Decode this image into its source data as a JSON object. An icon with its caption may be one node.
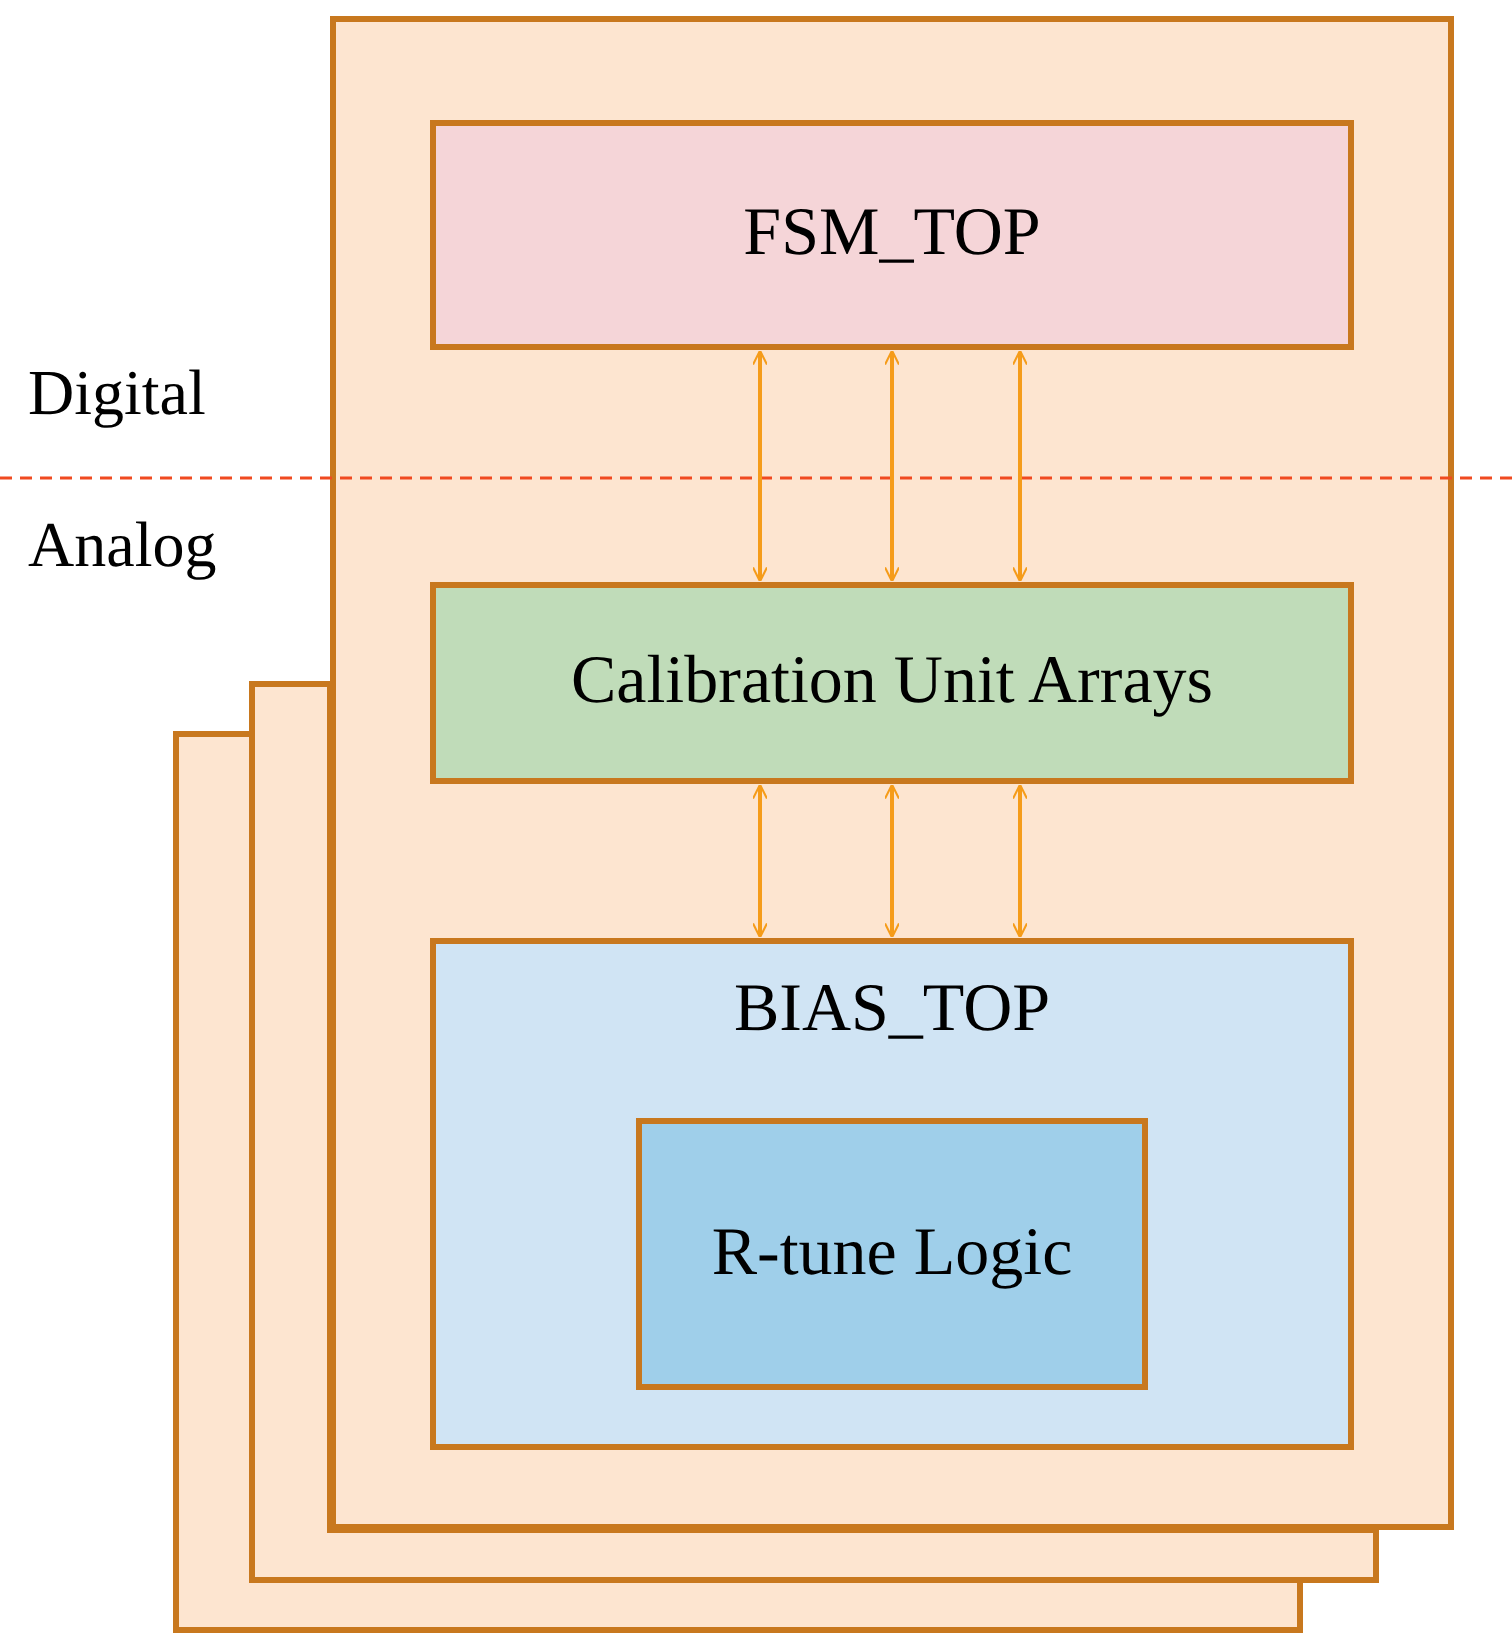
{
  "diagram": {
    "nodes": [
      {
        "text": [],
        "shape": "box"
      },
      {
        "text": [
          "FSM_TOP"
        ],
        "in": 0
      },
      {
        "text": [
          "Calibration Unit Arrays"
        ],
        "in": 0
      },
      {
        "text": [
          "BIAS_TOP"
        ],
        "in": 0
      },
      {
        "text": [
          "R-tune Logic"
        ],
        "in": 3
      }
    ],
    "edges": [
      {
        "from": 1,
        "to": 2,
        "arrow": "both"
      },
      {
        "from": 1,
        "to": 2,
        "arrow": "both"
      },
      {
        "from": 1,
        "to": 2,
        "arrow": "both"
      },
      {
        "from": 2,
        "to": 3,
        "arrow": "both"
      },
      {
        "from": 2,
        "to": 3,
        "arrow": "both"
      },
      {
        "from": 2,
        "to": 3,
        "arrow": "both"
      }
    ],
    "labels": [
      "Digital",
      "Analog"
    ]
  }
}
